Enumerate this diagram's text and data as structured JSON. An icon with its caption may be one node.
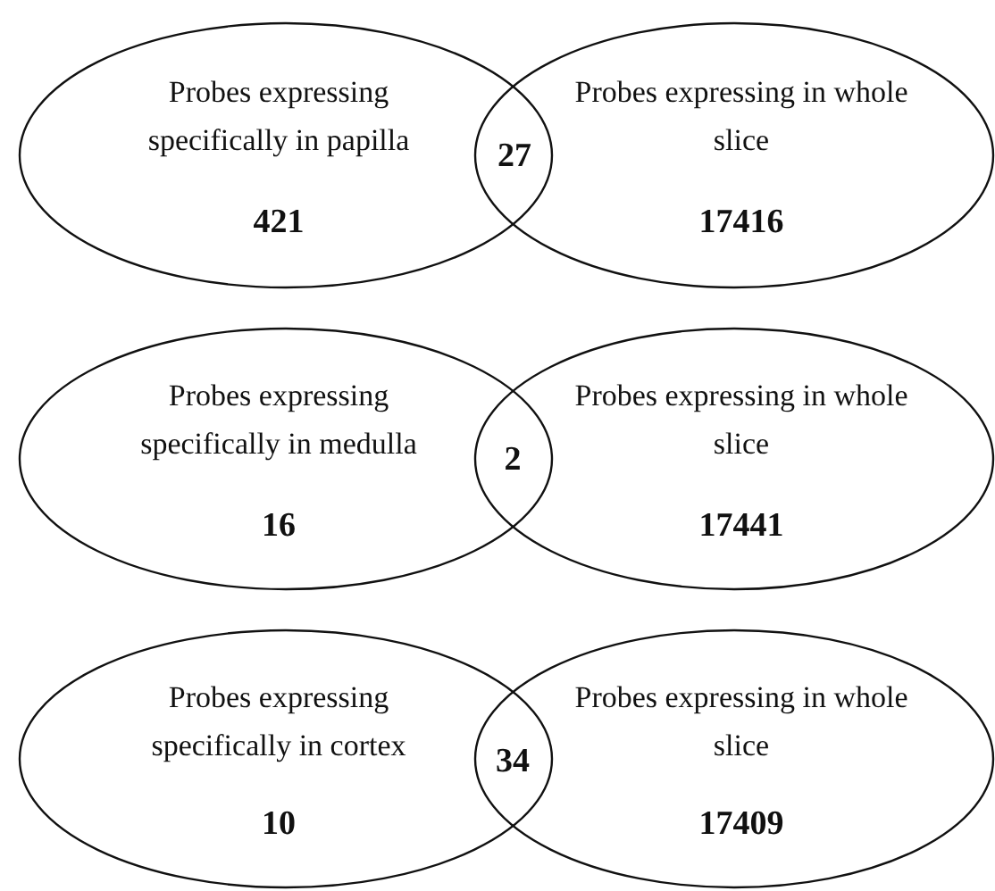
{
  "diagram": {
    "nodes": [
      {
        "text": [
          "Probes expressing specifically in papilla",
          "421"
        ]
      },
      {
        "text": [
          "Probes expressing in whole slice",
          "17416"
        ]
      },
      {
        "text": [
          "Probes expressing specifically in medulla",
          "16"
        ]
      },
      {
        "text": [
          "Probes expressing in whole slice",
          "17441"
        ]
      },
      {
        "text": [
          "Probes expressing specifically in cortex",
          "10"
        ]
      },
      {
        "text": [
          "Probes expressing in whole slice",
          "17409"
        ]
      }
    ],
    "labels": [
      "27",
      "2",
      "34"
    ]
  }
}
